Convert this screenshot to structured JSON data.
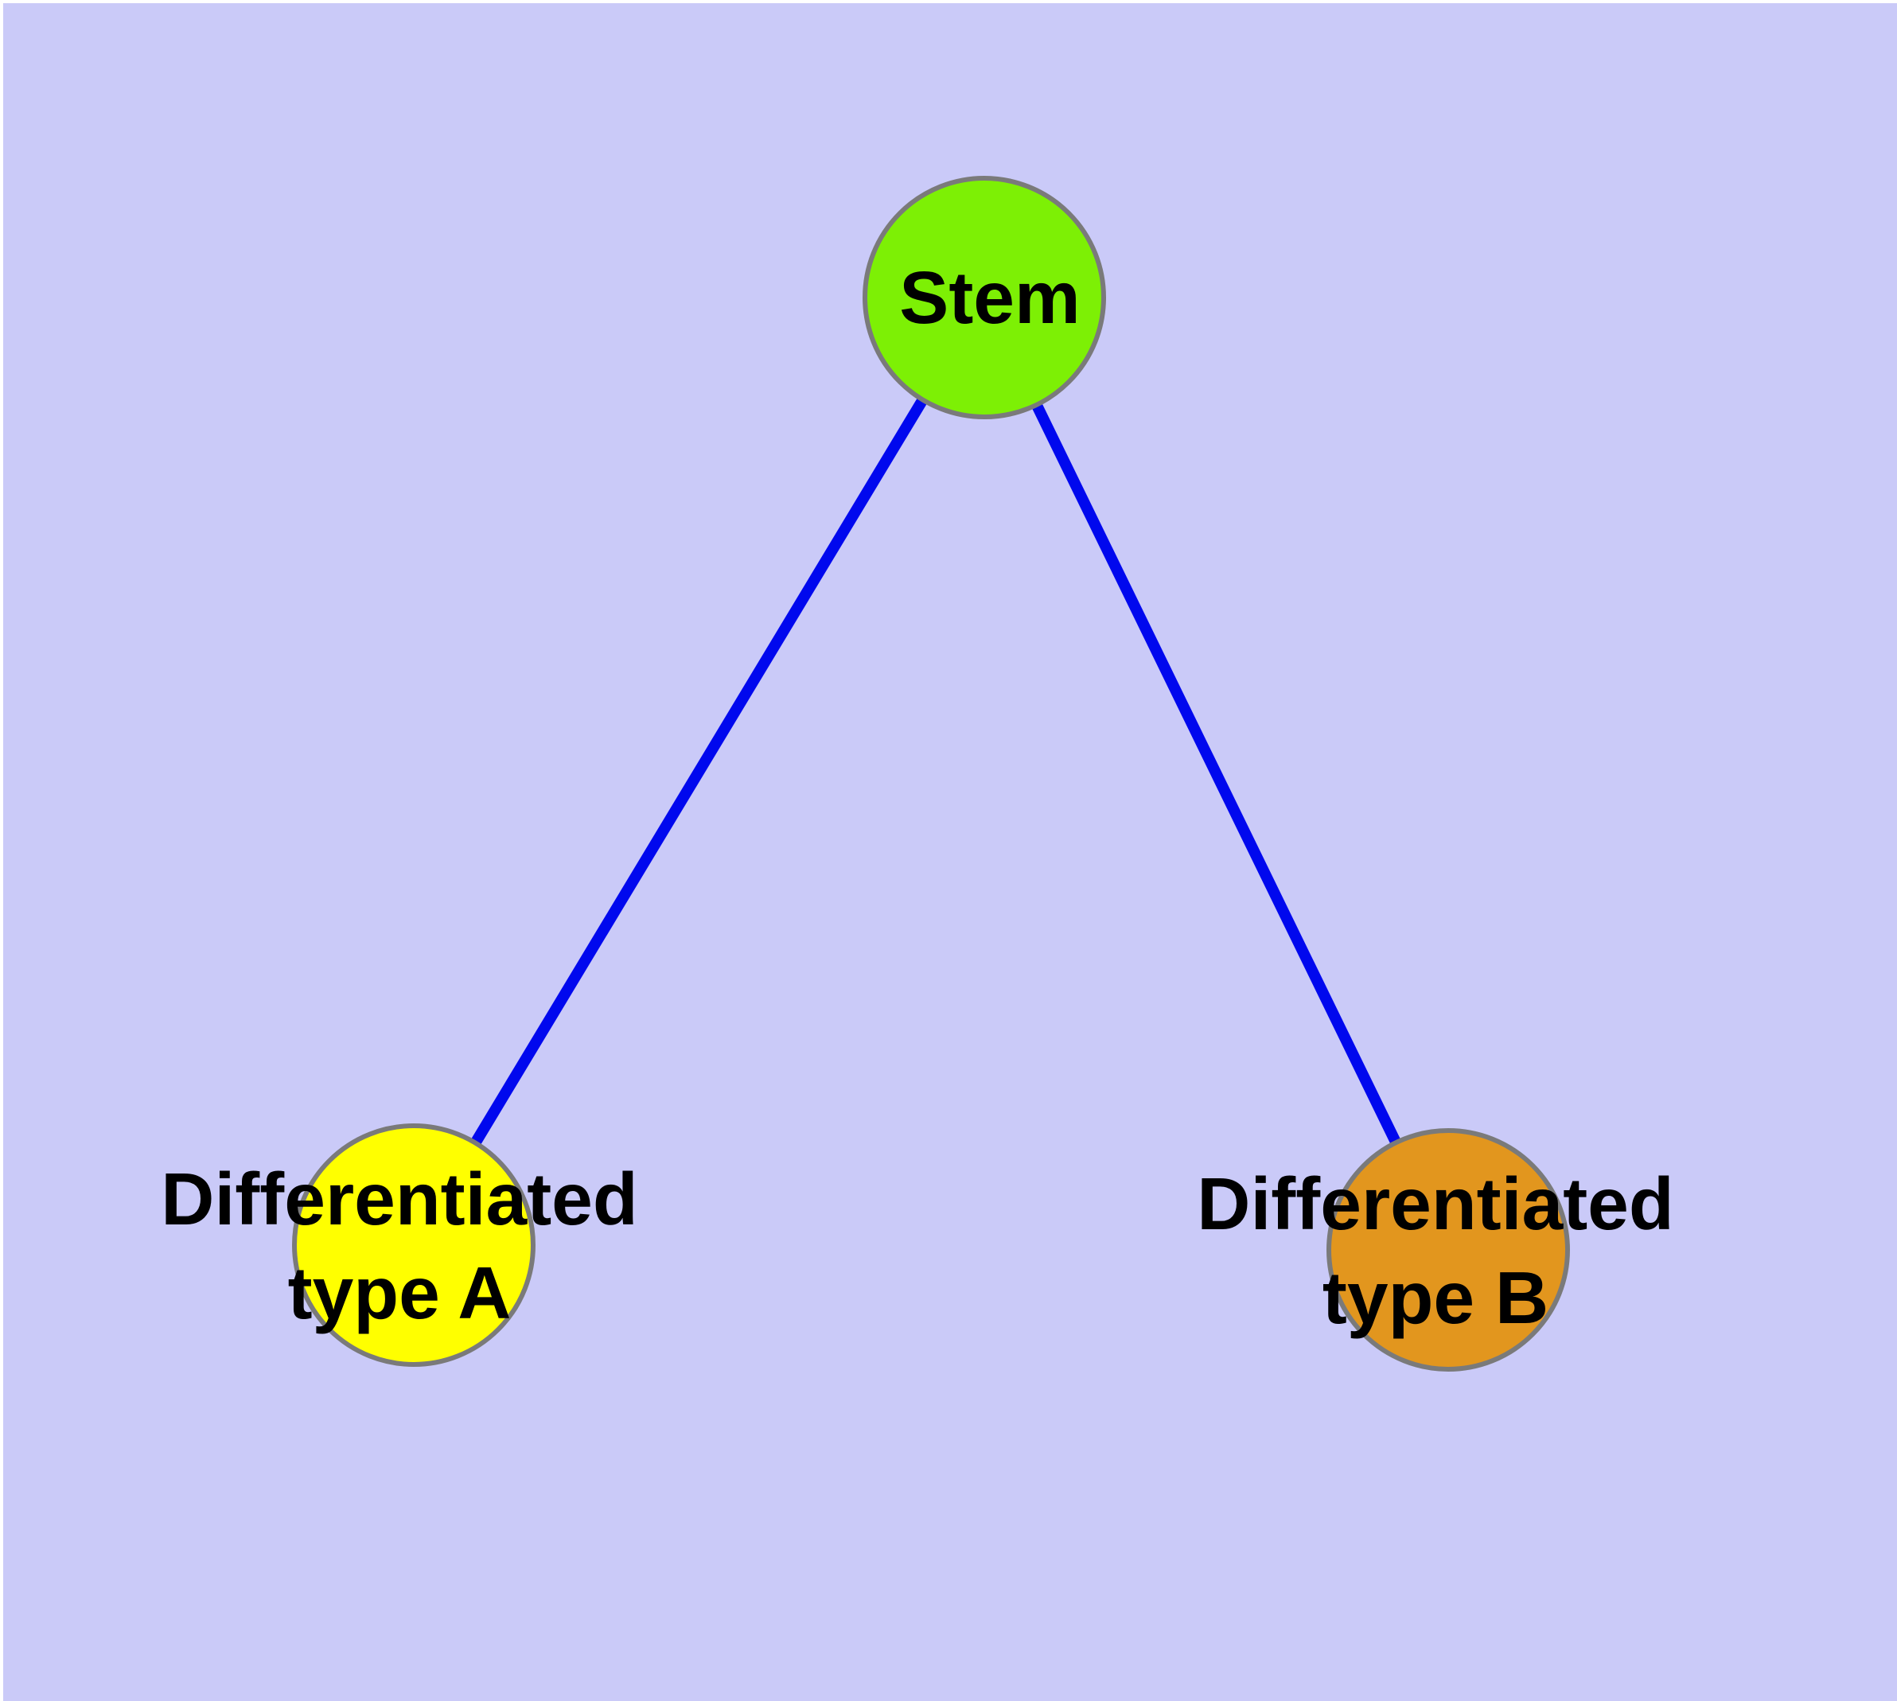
{
  "diagram": {
    "type": "graph",
    "background_color": "#CACAF8",
    "edge_color": "#0008EE",
    "node_border_color": "#7A7A7A",
    "label_color": "#000000",
    "nodes": [
      {
        "id": "stem",
        "label": "Stem",
        "color": "#7DF005"
      },
      {
        "id": "differentiated-type-a",
        "label": "Differentiated\ntype A",
        "color": "#FFFF00"
      },
      {
        "id": "differentiated-type-b",
        "label": "Differentiated\ntype B",
        "color": "#E2961E"
      }
    ],
    "edges": [
      {
        "from": "Stem",
        "to": "Differentiated type A"
      },
      {
        "from": "Stem",
        "to": "Differentiated type B"
      }
    ]
  }
}
